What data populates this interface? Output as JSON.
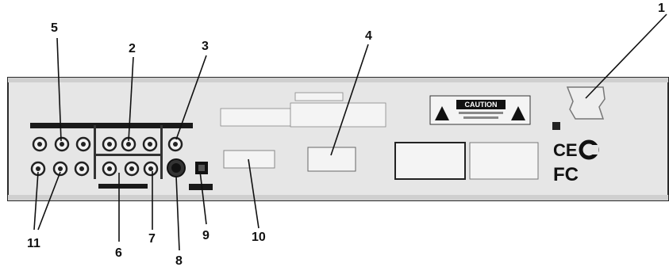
{
  "callouts": {
    "c1": "1",
    "c2": "2",
    "c3": "3",
    "c4": "4",
    "c5": "5",
    "c6": "6",
    "c7": "7",
    "c8": "8",
    "c9": "9",
    "c10": "10",
    "c11": "11"
  },
  "panel": {
    "caution_label": "CAUTION",
    "ce_mark": "CE",
    "fcc_mark": "FC"
  },
  "colors": {
    "panel_fill": "#e6e6e6",
    "panel_edge": "#2a2a2a",
    "connector": "#222222",
    "label_bar": "#1a1a1a"
  }
}
